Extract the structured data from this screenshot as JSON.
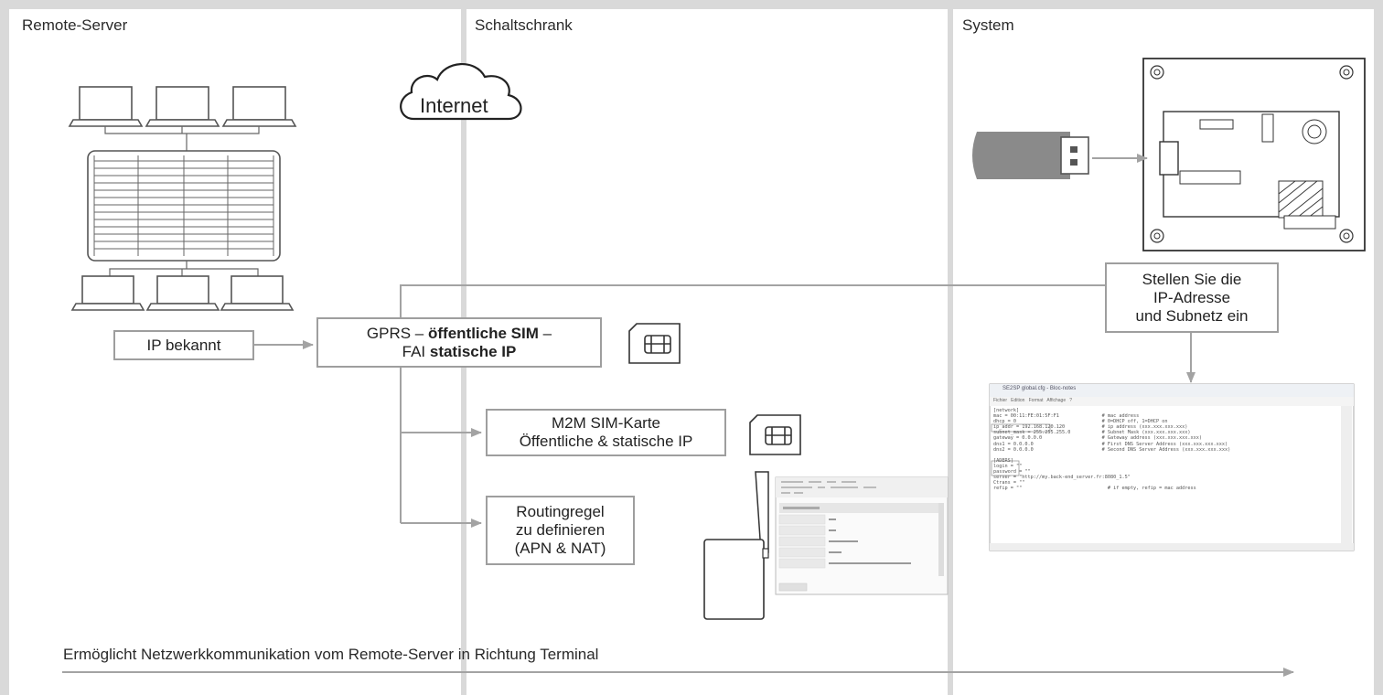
{
  "columns": {
    "remote": "Remote-Server",
    "cabinet": "Schaltschrank",
    "system": "System"
  },
  "cloud_label": "Internet",
  "ip_known": "IP bekannt",
  "gprs": {
    "line1_prefix": "GPRS – ",
    "line1_bold": "öffentliche SIM",
    "line1_suffix": " –",
    "line2_prefix": "FAI ",
    "line2_bold": "statische IP"
  },
  "m2m": {
    "line1": "M2M SIM-Karte",
    "line2": "Öffentliche & statische IP"
  },
  "routing": {
    "line1": "Routingregel",
    "line2": "zu definieren",
    "line3": "(APN & NAT)"
  },
  "set_ip": {
    "line1": "Stellen Sie die",
    "line2": "IP-Adresse",
    "line3": "und Subnetz ein"
  },
  "bottom_caption": "Ermöglicht Netzwerkkommunikation vom Remote-Server in Richtung Terminal",
  "notepad": {
    "title": "SE2SP global.cfg - Bloc-notes",
    "menu": "Fichier   Edition   Format   Affichage   ?",
    "lines": [
      "[network]",
      "mac = 00:11:FE:01:5F:F1               # mac address",
      "dhcp = 0                              # 0=DHCP off, 1=DHCP on",
      "ip_addr = 192.168.120.120             # ip address (xxx.xxx.xxx.xxx)",
      "subnet_mask = 255.255.255.0           # Subnet Mask (xxx.xxx.xxx.xxx)",
      "gateway = 0.0.0.0                     # Gateway address (xxx.xxx.xxx.xxx)",
      "dns1 = 0.0.0.0                        # First DNS Server Address (xxx.xxx.xxx.xxx)",
      "dns2 = 0.0.0.0                        # Second DNS Server Address (xxx.xxx.xxx.xxx)",
      "",
      "[ADERS]",
      "login = \"\"",
      "password = \"\"",
      "server = \"http://my.back-end_server.fr:8080_1.5\"",
      "Ctrans = \"\"",
      "refip = \"\"                              # if empty, refip = mac address"
    ]
  },
  "colors": {
    "border": "#d9d9d9",
    "line": "#a3a3a3",
    "box_border": "#9e9e9e",
    "usb_stick": "#8a8a8a"
  }
}
